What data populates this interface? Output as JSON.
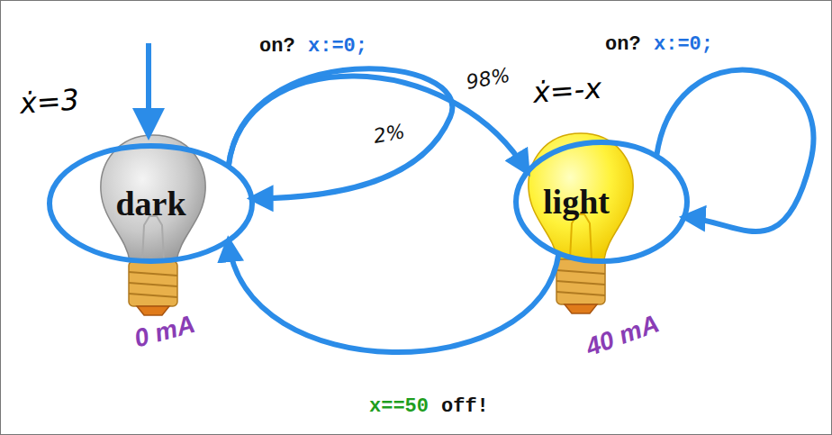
{
  "diagram": {
    "nodes": [
      {
        "text": [
          "dark"
        ]
      },
      {
        "text": [
          "light"
        ]
      }
    ],
    "edges": [
      {
        "from": 0,
        "to": 1,
        "arrow": "to",
        "label": "98%"
      },
      {
        "from": 0,
        "to": 0,
        "arrow": "to",
        "label": "2%"
      },
      {
        "from": 1,
        "to": 1,
        "arrow": "to",
        "label": "on?"
      },
      {
        "from": 1,
        "to": 0,
        "arrow": "to",
        "label": "off!"
      }
    ],
    "labels": [
      "on?",
      "x:=0;",
      "x:=0;",
      "x==50",
      "ẋ=3",
      "ẋ=-x",
      "0 mA",
      "40 mA"
    ]
  }
}
